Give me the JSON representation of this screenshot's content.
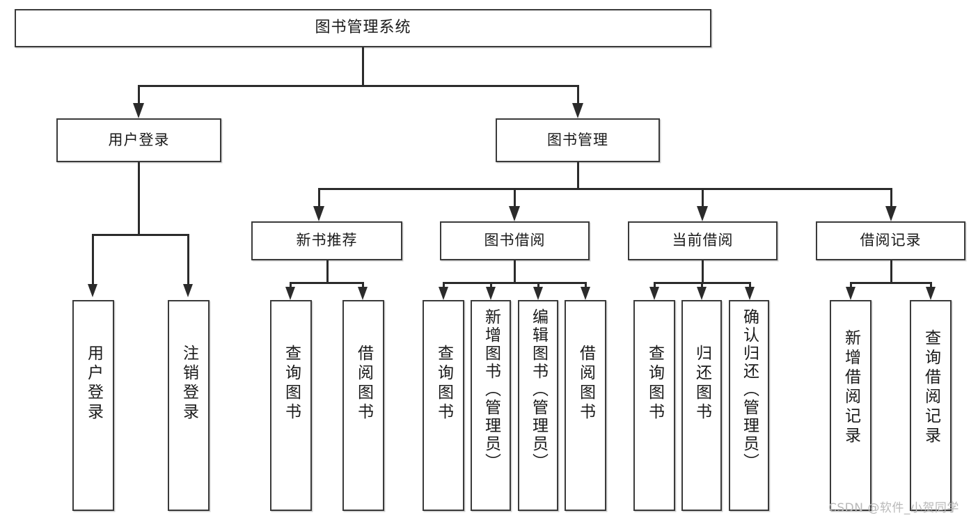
{
  "diagram": {
    "title": "图书管理系统",
    "type": "tree",
    "root": {
      "label": "图书管理系统"
    },
    "level1": [
      {
        "label": "用户登录"
      },
      {
        "label": "图书管理"
      }
    ],
    "level2": [
      {
        "label": "新书推荐"
      },
      {
        "label": "图书借阅"
      },
      {
        "label": "当前借阅"
      },
      {
        "label": "借阅记录"
      }
    ],
    "leaves": {
      "user_login": [
        {
          "label": "用户登录"
        },
        {
          "label": "注销登录"
        }
      ],
      "new_book": [
        {
          "label": "查询图书"
        },
        {
          "label": "借阅图书"
        }
      ],
      "borrow_book": [
        {
          "label": "查询图书"
        },
        {
          "label": "新增图书（管理员）"
        },
        {
          "label": "编辑图书（管理员）"
        },
        {
          "label": "借阅图书"
        }
      ],
      "current_borrow": [
        {
          "label": "查询图书"
        },
        {
          "label": "归还图书"
        },
        {
          "label": "确认归还（管理员）"
        }
      ],
      "borrow_record": [
        {
          "label": "新增借阅记录"
        },
        {
          "label": "查询借阅记录"
        }
      ]
    }
  },
  "watermark": {
    "text": "CSDN @软件_小贺同学"
  },
  "colors": {
    "box_border": "#3a3a3a",
    "connector": "#2b2b2b",
    "text": "#1a1a1a",
    "background": "#ffffff",
    "watermark": "#b9b9b9"
  }
}
